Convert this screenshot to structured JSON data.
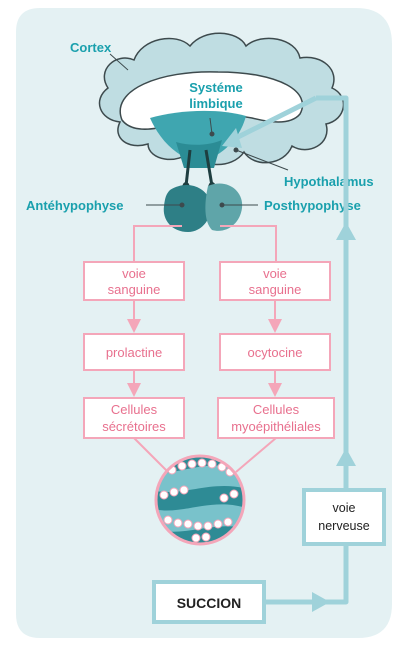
{
  "labels": {
    "cortex": "Cortex",
    "limbic_line1": "Systéme",
    "limbic_line2": "limbique",
    "hypothalamus": "Hypothalamus",
    "antehypophyse": "Antéhypophyse",
    "posthypophyse": "Posthypophyse"
  },
  "left_column": {
    "box1_line1": "voie",
    "box1_line2": "sanguine",
    "box2": "prolactine",
    "box3_line1": "Cellules",
    "box3_line2": "sécrétoires"
  },
  "right_column": {
    "box1_line1": "voie",
    "box1_line2": "sanguine",
    "box2": "ocytocine",
    "box3_line1": "Cellules",
    "box3_line2": "myoépithéliales"
  },
  "nerve": {
    "line1": "voie",
    "line2": "nerveuse"
  },
  "stimulus": "SUCCION",
  "colors": {
    "background": "#e4f1f3",
    "teal_text": "#1aa0ad",
    "pink": "#f4a6b9",
    "pink_text": "#e8708e",
    "nerve_blue": "#9fd2da",
    "gland_dark": "#2e7f86",
    "gland_light": "#5fa5a9"
  }
}
